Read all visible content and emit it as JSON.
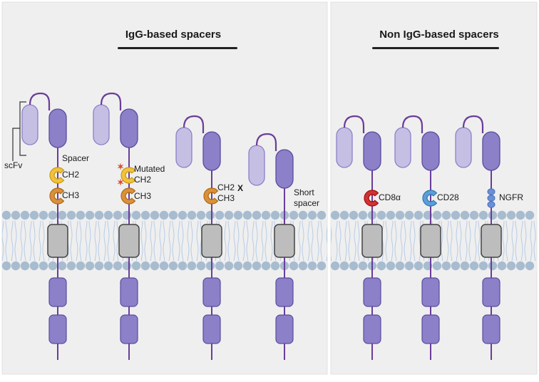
{
  "panels": {
    "left_title": "IgG-based spacers",
    "right_title": "Non IgG-based spacers"
  },
  "labels": {
    "scfv": "scFv",
    "spacer": "Spacer",
    "ch2": "CH2",
    "ch3": "CH3",
    "mutated": "Mutated",
    "ch2_mut": "CH2",
    "ch3_b": "CH3",
    "ch2_del": "CH2",
    "x_mark": "X",
    "ch3_c": "CH3",
    "short": "Short",
    "spacer2": "spacer",
    "cd8a": "CD8α",
    "cd28": "CD28",
    "ngfr": "NGFR"
  },
  "colors": {
    "panel_bg": "#efefef",
    "scfv_light": "#c6bfe4",
    "scfv_dark": "#8c80c9",
    "linker": "#6a3d99",
    "stroke": "#5a4d9e",
    "ch2": "#f2c23a",
    "ch3": "#d9913b",
    "cd8a": "#cf3333",
    "cd28": "#5a9fd8",
    "ngfr": "#6a8fd8",
    "tm": "#bdbdbd",
    "membrane_head": "#a8bcd0",
    "membrane_tail": "#b7cce6",
    "mutation": "#d94a2a"
  },
  "icons": {
    "mutation": "star-mark",
    "deletion": "x-mark"
  }
}
